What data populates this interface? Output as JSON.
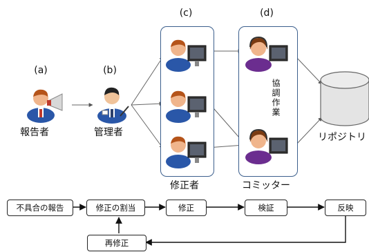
{
  "labels": {
    "a": "(a)",
    "b": "(b)",
    "c": "(c)",
    "d": "(d)"
  },
  "roles": {
    "reporter": "報告者",
    "manager": "管理者",
    "fixer": "修正者",
    "committer": "コミッター",
    "repository": "リポジトリ"
  },
  "coordination": "協調作業",
  "process": {
    "report": "不具合の報告",
    "assign": "修正の割当",
    "fix": "修正",
    "verify": "検証",
    "reflect": "反映",
    "refix": "再修正"
  }
}
